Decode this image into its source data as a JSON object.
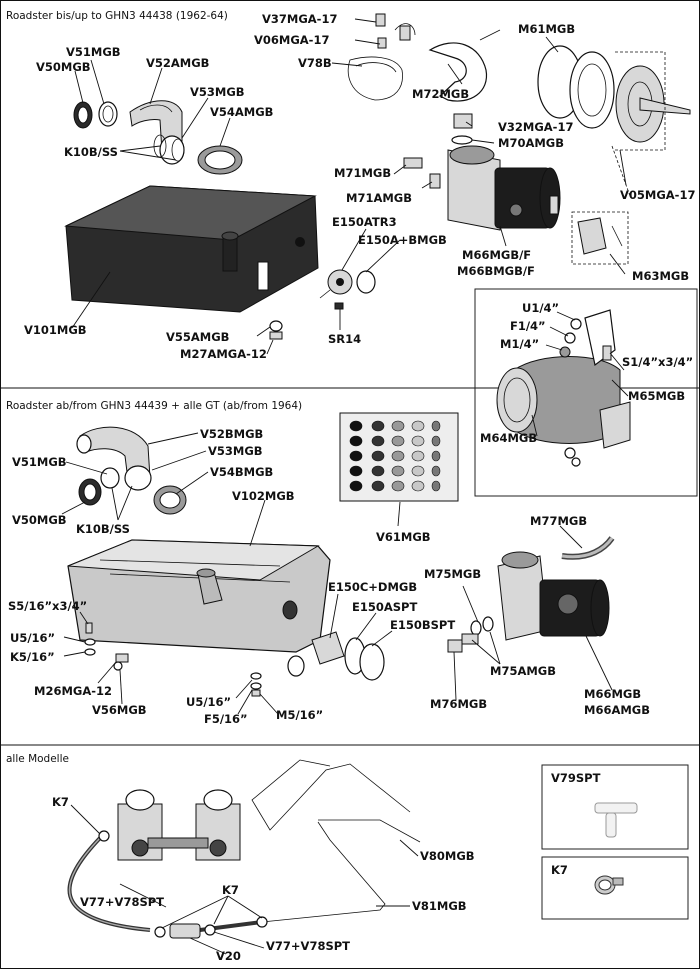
{
  "sections": {
    "top": "Roadster bis/up to GHN3 44438 (1962-64)",
    "middle": "Roadster ab/from GHN3 44439 + alle GT (ab/from 1964)",
    "bottom": "alle Modelle"
  },
  "labels": {
    "v37": "V37MGA-17",
    "v06": "V06MGA-17",
    "v78b": "V78B",
    "m72": "M72MGB",
    "m61": "M61MGB",
    "v51_top": "V51MGB",
    "v50_top": "V50MGB",
    "v52a": "V52AMGB",
    "v53_top": "V53MGB",
    "v54a": "V54AMGB",
    "k10_top": "K10B/SS",
    "v32": "V32MGA-17",
    "m70": "M70AMGB",
    "m71": "M71MGB",
    "m71a": "M71AMGB",
    "v05": "V05MGA-17",
    "e150atr3": "E150ATR3",
    "e150abmgb": "E150A+BMGB",
    "m66f": "M66MGB/F",
    "m66bf": "M66BMGB/F",
    "m63": "M63MGB",
    "v101": "V101MGB",
    "sr14": "SR14",
    "v55a": "V55AMGB",
    "m27": "M27AMGA-12",
    "u14": "U1/4”",
    "f14": "F1/4”",
    "m14": "M1/4”",
    "s14": "S1/4”x3/4”",
    "m65": "M65MGB",
    "m64": "M64MGB",
    "v52b": "V52BMGB",
    "v51_mid": "V51MGB",
    "v53_mid": "V53MGB",
    "v54b": "V54BMGB",
    "v50_mid": "V50MGB",
    "k10_mid": "K10B/SS",
    "v102": "V102MGB",
    "v61": "V61MGB",
    "m77": "M77MGB",
    "s516": "S5/16”x3/4”",
    "u516_l": "U5/16”",
    "k516": "K5/16”",
    "m26": "M26MGA-12",
    "v56": "V56MGB",
    "e150cd": "E150C+DMGB",
    "e150aspt": "E150ASPT",
    "e150bspt": "E150BSPT",
    "m75": "M75MGB",
    "m75a": "M75AMGB",
    "u516_c": "U5/16”",
    "f516": "F5/16”",
    "m516": "M5/16”",
    "m76": "M76MGB",
    "m66": "M66MGB",
    "m66a": "M66AMGB",
    "k7_left": "K7",
    "k7_mid": "K7",
    "v79": "V79SPT",
    "k7_box": "K7",
    "v80": "V80MGB",
    "v77_left": "V77+V78SPT",
    "v81": "V81MGB",
    "v20": "V20",
    "v77_right": "V77+V78SPT"
  }
}
